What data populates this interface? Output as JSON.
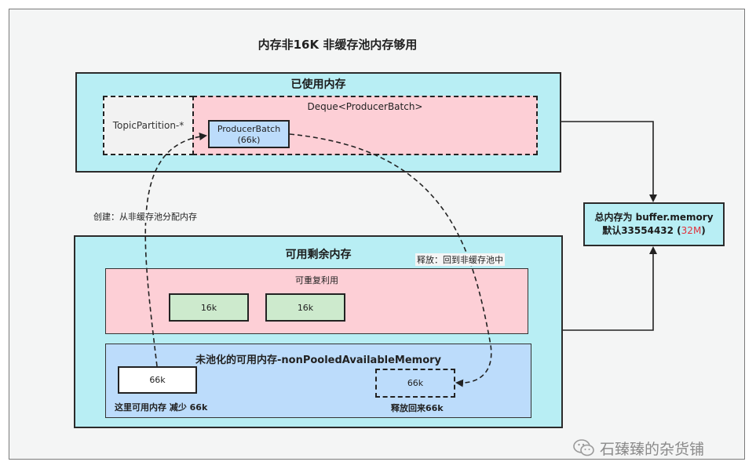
{
  "title": "内存非16K  非缓存池内存够用",
  "used_panel": {
    "title": "已使用内存",
    "topic_partition": "TopicPartition-*",
    "deque": "Deque<ProducerBatch>",
    "producer_batch": "ProducerBatch",
    "producer_batch_size": "(66k)"
  },
  "available_panel": {
    "title": "可用剩余内存",
    "reusable": {
      "label": "可重复利用",
      "blocks": [
        "16k",
        "16k"
      ]
    },
    "non_pooled": {
      "label": "未池化的可用内存-nonPooledAvailableMemory",
      "allocated_block": "66k",
      "allocated_caption": "这里可用内存 减少 66k",
      "returned_block": "66k",
      "returned_caption": "释放回来66k"
    }
  },
  "notes": {
    "create": "创建：从非缓存池分配内存",
    "release": "释放：回到非缓存池中"
  },
  "total": {
    "line1": "总内存为 buffer.memory",
    "line2_prefix": "默认33554432 (",
    "line2_highlight": "32M",
    "line2_suffix": ")",
    "highlight_color": "#e0303a"
  },
  "watermark": "石臻臻的杂货铺",
  "colors": {
    "panel": "#b8eef4",
    "pink": "#fdcfd6",
    "blue": "#bcdcfb",
    "green": "#cdeacd"
  }
}
